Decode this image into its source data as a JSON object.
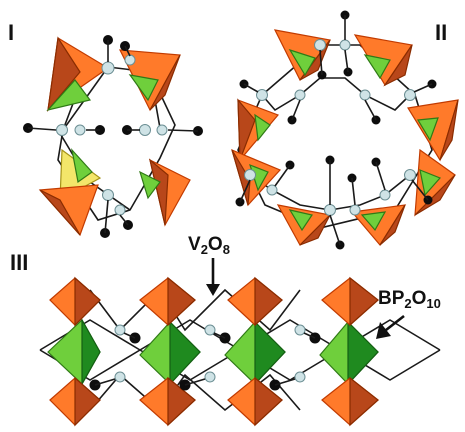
{
  "panels": {
    "panel_1_label": "I",
    "panel_2_label": "II",
    "panel_3_label": "III"
  },
  "annotations": {
    "vanadate": {
      "main": "V",
      "sub1": "2",
      "mid": "O",
      "sub2": "8"
    },
    "borophosphate": {
      "main": "BP",
      "sub1": "2",
      "mid": "O",
      "sub2": "10"
    }
  },
  "colors": {
    "phosphate_tetrahedron": "#ff7a2a",
    "phosphate_tetrahedron_shade": "#b8471a",
    "borate_tetrahedron": "#6fcf3c",
    "borate_tetrahedron_shade": "#1f8a1f",
    "yellow_face": "#f3e66a",
    "vanadium_atom": "#cfe3e6",
    "oxygen_atom": "#0d0d0d",
    "bond": "#1a1a1a"
  }
}
